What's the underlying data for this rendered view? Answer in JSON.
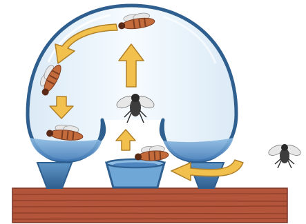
{
  "diagram": {
    "colors": {
      "background": "#ffffff",
      "glass_outline": "#2f5f8f",
      "glass_fill": "#e9f3fb",
      "water": "#6fa8d6",
      "water_dark": "#3f78b6",
      "table_main": "#b2553a",
      "table_line": "#8a3b28",
      "arrow_fill": "#f2c04d",
      "arrow_stroke": "#b0802a",
      "insect_body": "#c46b3c",
      "insect_stripe": "#7a3d22",
      "fly_body": "#3d3d3d",
      "wing": "#e7e7e7"
    },
    "elements": [
      {
        "kind": "trap",
        "icon": "fly-trap-glass-icon"
      },
      {
        "kind": "bait_dish",
        "icon": "bait-dish-icon"
      },
      {
        "kind": "table",
        "icon": "wooden-table-icon"
      },
      {
        "kind": "arrow",
        "icon": "arrow-icon",
        "count": 5
      },
      {
        "kind": "insect",
        "icon": "wasp-icon",
        "count": 4
      },
      {
        "kind": "insect",
        "icon": "fly-icon",
        "count": 2
      }
    ]
  }
}
